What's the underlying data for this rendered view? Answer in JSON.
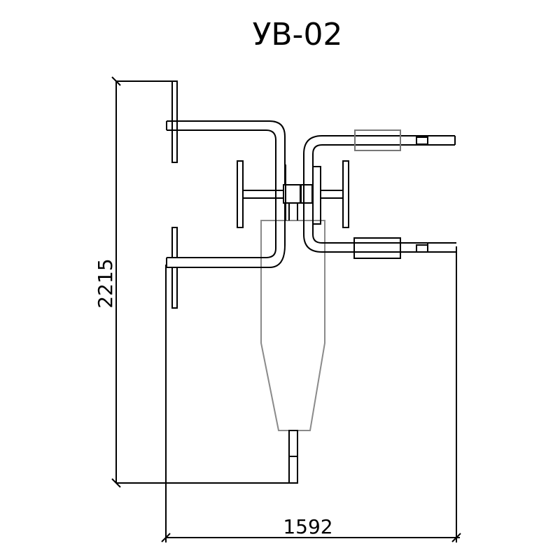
{
  "title": "УВ-02",
  "dimensions": {
    "height_label": "2215",
    "width_label": "1592"
  },
  "colors": {
    "line": "#000000",
    "body_outline": "#8a8a8a",
    "background": "#ffffff"
  }
}
